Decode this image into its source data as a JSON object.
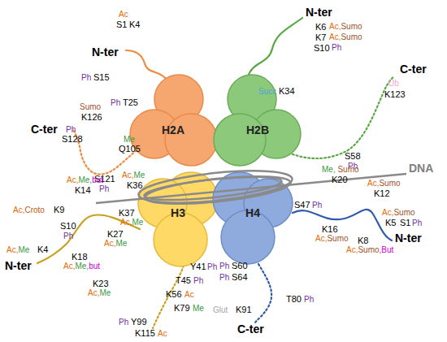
{
  "diagram": {
    "nodes": [
      {
        "text": [
          "H2A"
        ]
      },
      {
        "text": [
          "H2B"
        ]
      },
      {
        "text": [
          "H3"
        ]
      },
      {
        "text": [
          "H4"
        ]
      }
    ],
    "labels": [
      "Ac",
      "S1",
      "K4",
      "N-ter",
      "Ph",
      "S15",
      "Ph",
      "T25",
      "Sumo",
      "K126",
      "C-ter",
      "Ph",
      "S128",
      "Me",
      "Q105",
      "S121",
      "Ph",
      "Succ",
      "K34",
      "N-ter",
      "K6",
      "Ac,Sumo",
      "K7",
      "Ac,Sumo",
      "S10",
      "Ph",
      "C-ter",
      "Ub",
      "K123",
      "S58",
      "Ph",
      "DNA",
      "Ac,Me",
      "K36",
      "Ac,Me,but",
      "K14",
      "Ac,Croto",
      "K9",
      "K37",
      "Ac,Me",
      "S10",
      "Ph",
      "K27",
      "Ac,Me",
      "Ac,Me",
      "K4",
      "K18",
      "Ac,Me,but",
      "N-ter",
      "K23",
      "Ac,Me",
      "Y41",
      "Ph",
      "T45",
      "Ph",
      "K56",
      "Ac",
      "K79",
      "Me",
      "Ph",
      "Y99",
      "K115",
      "Ac",
      "Me, Sumo",
      "K20",
      "Ac,Sumo",
      "K12",
      "S47",
      "Ph",
      "K16",
      "Ac,Sumo",
      "Ac,Sumo",
      "K5",
      "S1",
      "Ph",
      "K8",
      "Ac,Sumo,But",
      "N-ter",
      "Ph",
      "S60",
      "Ph",
      "S64",
      "T80",
      "Ph",
      "Glut",
      "K91",
      "C-ter"
    ]
  }
}
